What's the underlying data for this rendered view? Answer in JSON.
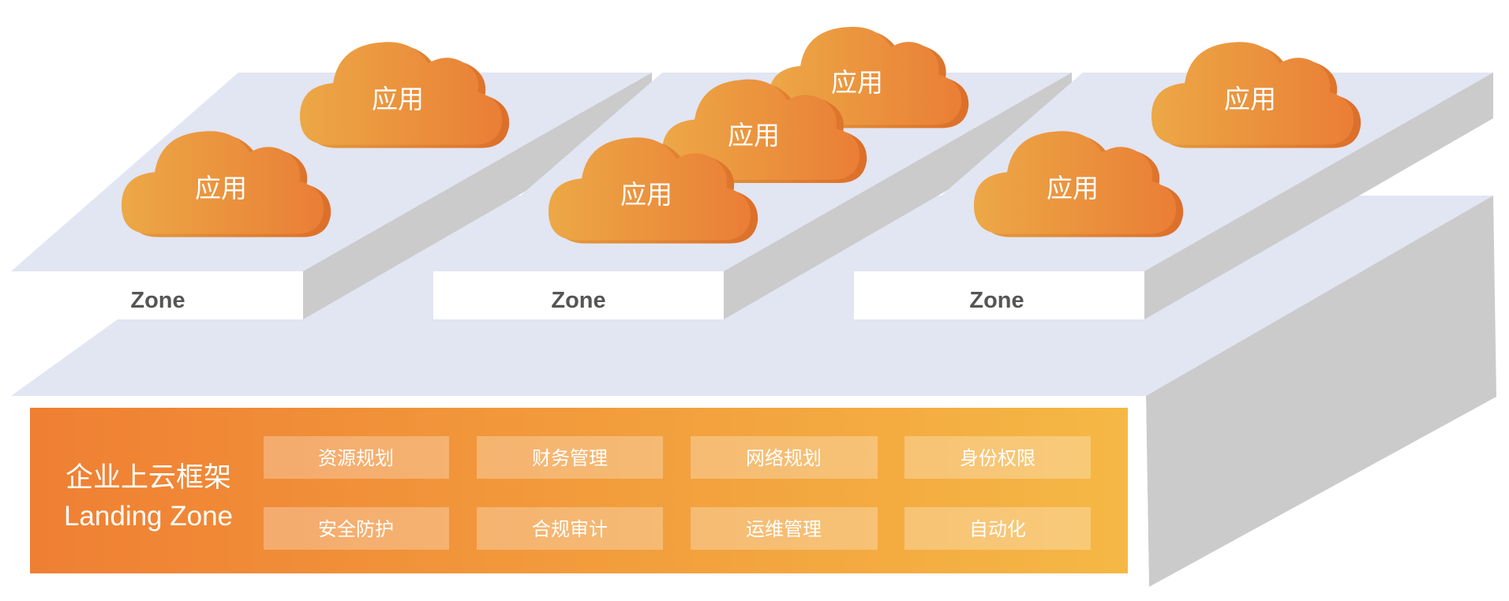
{
  "diagram": {
    "app_label": "应用",
    "zones": [
      {
        "label": "Zone",
        "apps": 2
      },
      {
        "label": "Zone",
        "apps": 3
      },
      {
        "label": "Zone",
        "apps": 2
      }
    ],
    "landing_zone": {
      "title": "企业上云框架",
      "subtitle": "Landing Zone",
      "modules": [
        "资源规划",
        "财务管理",
        "网络规划",
        "身份权限",
        "安全防护",
        "合规审计",
        "运维管理",
        "自动化"
      ]
    },
    "colors": {
      "top_face": "#e2e5f2",
      "side_face": "#cbcbcb",
      "front_face": "#ffffff",
      "orange_dark": "#ef7f33",
      "orange_light": "#f5b845",
      "cloud_light": "#eca846",
      "cloud_dark": "#ea7e36"
    }
  }
}
